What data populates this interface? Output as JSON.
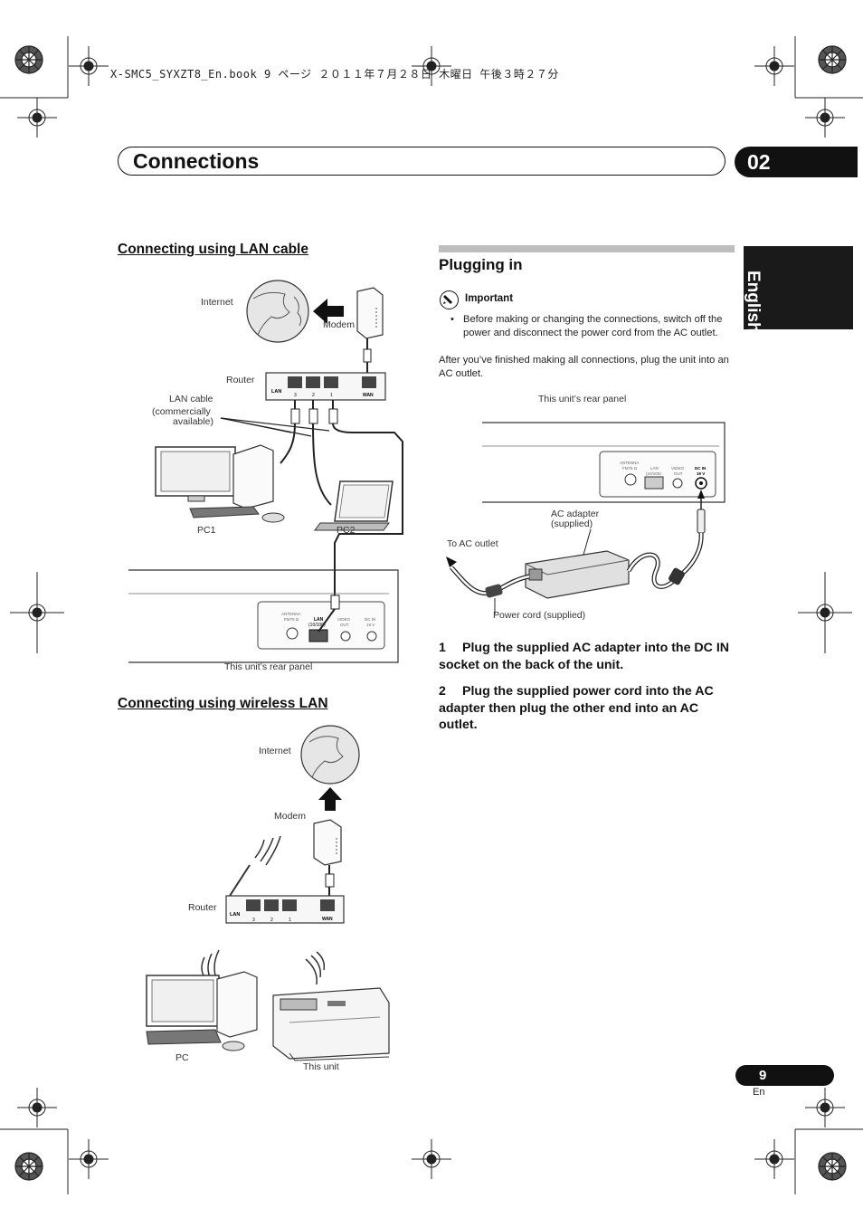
{
  "print_header": "X-SMC5_SYXZT8_En.book  9 ページ  ２０１１年７月２８日  木曜日  午後３時２７分",
  "chapter": {
    "title": "Connections",
    "number": "02"
  },
  "language_tab": "English",
  "lan_section": {
    "heading": "Connecting using LAN cable",
    "labels": {
      "internet": "Internet",
      "modem": "Modem",
      "router": "Router",
      "lan_cable_1": "LAN cable",
      "lan_cable_2": "(commercially",
      "lan_cable_3": "available)",
      "pc1": "PC1",
      "pc2": "PC2",
      "rear_panel": "This unit’s rear panel"
    },
    "router_text": {
      "lan": "LAN",
      "wan": "WAN",
      "ports": [
        "3",
        "2",
        "1"
      ]
    },
    "panel_text": {
      "antenna": "ANTENNA",
      "fm": "FM75 Ω",
      "lan": "LAN",
      "lan_sub": "(10/100)",
      "video": "VIDEO",
      "video_sub": "OUT",
      "dc": "DC IN",
      "dc_sub": "19 V"
    }
  },
  "wireless_section": {
    "heading": "Connecting using wireless LAN",
    "labels": {
      "internet": "Internet",
      "modem": "Modem",
      "router": "Router",
      "pc": "PC",
      "this_unit": "This unit"
    }
  },
  "plugging_in": {
    "heading": "Plugging in",
    "important_label": "Important",
    "bullet": "Before making or changing the connections, switch off the power and disconnect the power cord from the AC outlet.",
    "body": "After you’ve finished making all connections, plug the unit into an AC outlet.",
    "diagram_labels": {
      "rear_panel": "This unit’s rear panel",
      "ac_adapter_1": "AC adapter",
      "ac_adapter_2": "(supplied)",
      "to_ac_outlet": "To AC outlet",
      "power_cord": "Power cord (supplied)"
    },
    "steps": [
      {
        "num": "1",
        "text": "Plug the supplied AC adapter into the DC IN socket on the back of the unit."
      },
      {
        "num": "2",
        "text": "Plug the supplied power cord into the AC adapter then plug the other end into an AC outlet."
      }
    ]
  },
  "footer": {
    "page": "9",
    "lang": "En"
  }
}
